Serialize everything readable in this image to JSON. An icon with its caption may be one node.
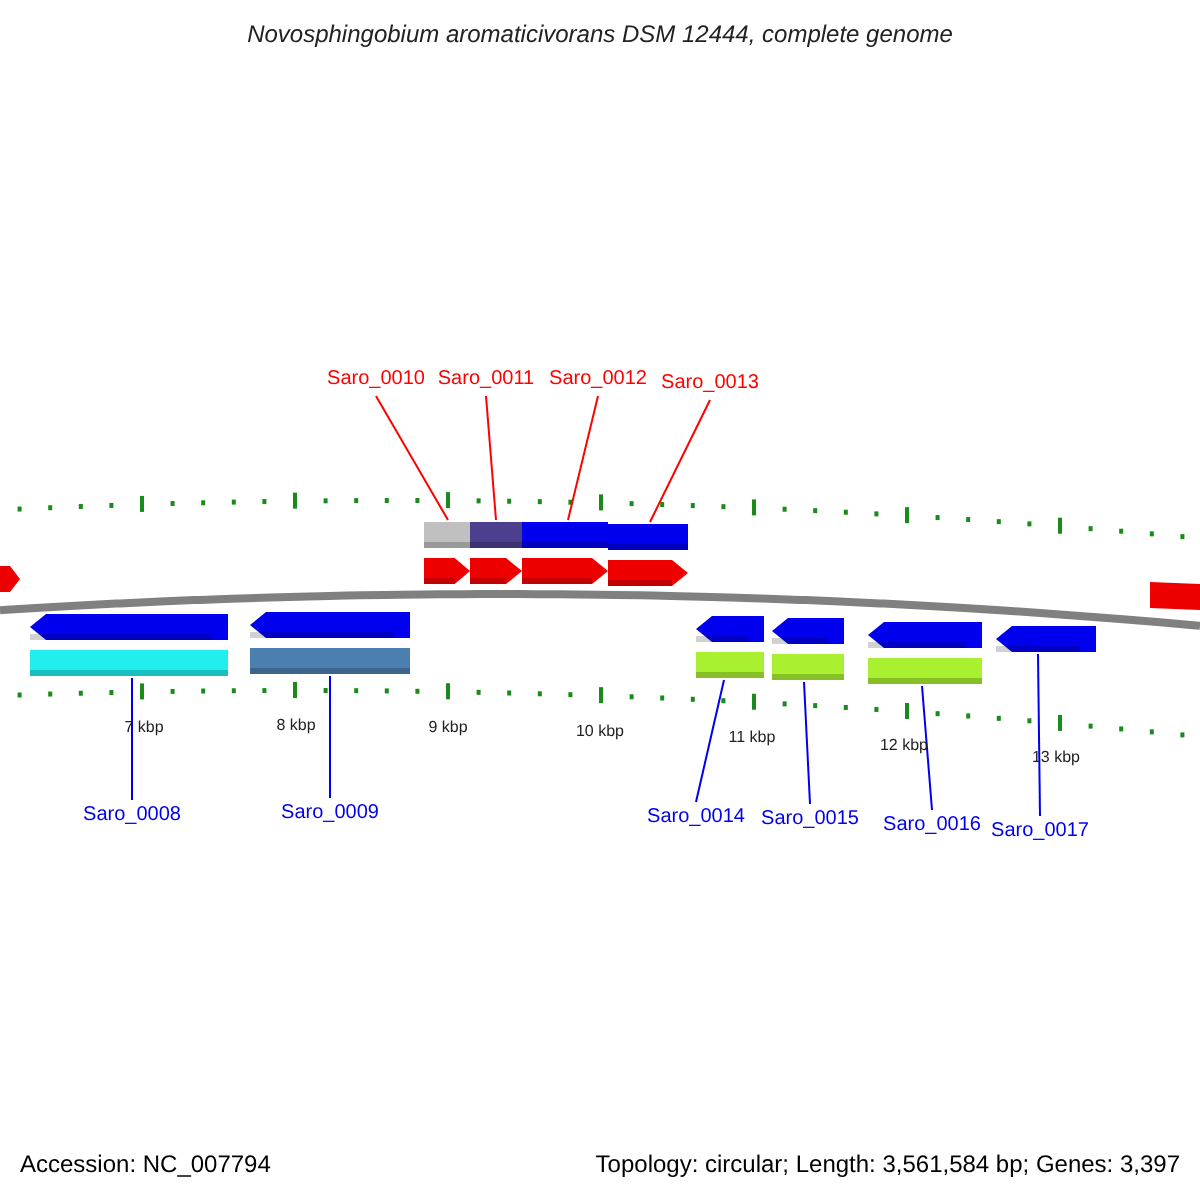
{
  "diagram": {
    "title": "Novosphingobium aromaticivorans DSM 12444, complete genome",
    "nodes": [
      {
        "text": [
          "Saro_0010"
        ]
      },
      {
        "text": [
          "Saro_0011"
        ]
      },
      {
        "text": [
          "Saro_0012"
        ]
      },
      {
        "text": [
          "Saro_0013"
        ]
      },
      {
        "text": [],
        "shape": "arrow"
      },
      {
        "text": [],
        "shape": "arrow"
      },
      {
        "text": [],
        "shape": "arrow"
      },
      {
        "text": [],
        "shape": "arrow"
      },
      {
        "text": [],
        "shape": "arrow"
      },
      {
        "text": [],
        "shape": "arrow"
      },
      {
        "text": [],
        "shape": "arrow"
      },
      {
        "text": [],
        "shape": "arrow"
      },
      {
        "text": [],
        "shape": "arrow"
      },
      {
        "text": [],
        "shape": "arrow"
      },
      {
        "text": [
          "Saro_0008"
        ]
      },
      {
        "text": [
          "Saro_0009"
        ]
      },
      {
        "text": [
          "Saro_0014"
        ]
      },
      {
        "text": [
          "Saro_0015"
        ]
      },
      {
        "text": [
          "Saro_0016"
        ]
      },
      {
        "text": [
          "Saro_0017"
        ]
      }
    ],
    "edges": [
      {
        "from": 0,
        "to": 4,
        "arrow": "none",
        "color": "#ff0000"
      },
      {
        "from": 1,
        "to": 5,
        "arrow": "none",
        "color": "#ff0000"
      },
      {
        "from": 2,
        "to": 6,
        "arrow": "none",
        "color": "#ff0000"
      },
      {
        "from": 3,
        "to": 7,
        "arrow": "none",
        "color": "#ff0000"
      },
      {
        "from": 14,
        "to": 8,
        "arrow": "none"
      },
      {
        "from": 15,
        "to": 9,
        "arrow": "none"
      },
      {
        "from": 16,
        "to": 10,
        "arrow": "none"
      },
      {
        "from": 17,
        "to": 11,
        "arrow": "none"
      },
      {
        "from": 18,
        "to": 12,
        "arrow": "none"
      },
      {
        "from": 19,
        "to": 13,
        "arrow": "none"
      }
    ],
    "labels": [
      "7 kbp",
      "8 kbp",
      "9 kbp",
      "10 kbp",
      "11 kbp",
      "12 kbp",
      "13 kbp",
      "Accession: NC_007794",
      "Topology: circular; Length: 3,561,584 bp; Genes: 3,397"
    ]
  }
}
